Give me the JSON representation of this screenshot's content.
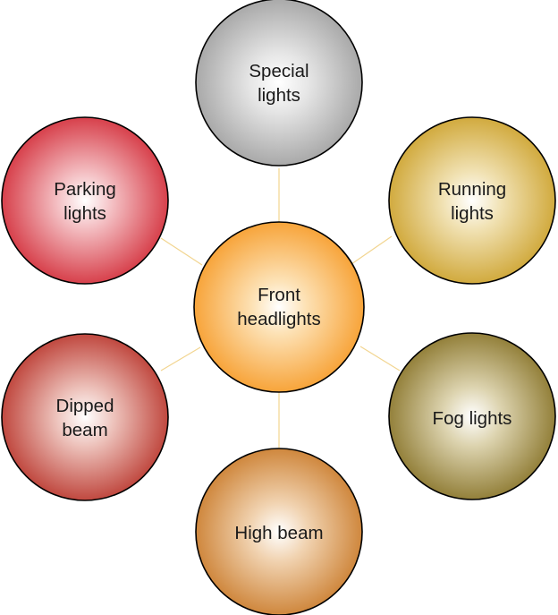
{
  "diagram": {
    "center": {
      "lines": [
        "Front",
        "headlights"
      ],
      "color": "#f7a43a"
    },
    "nodes": [
      {
        "id": "special",
        "lines": [
          "Special",
          "lights"
        ],
        "color": "#a9a9a9"
      },
      {
        "id": "running",
        "lines": [
          "Running",
          "lights"
        ],
        "color": "#d9b54a"
      },
      {
        "id": "fog",
        "lines": [
          "Fog lights"
        ],
        "color": "#9d8a3f"
      },
      {
        "id": "high-beam",
        "lines": [
          "High beam"
        ],
        "color": "#d48f45"
      },
      {
        "id": "dipped",
        "lines": [
          "Dipped",
          "beam"
        ],
        "color": "#c4504a"
      },
      {
        "id": "parking",
        "lines": [
          "Parking",
          "lights"
        ],
        "color": "#d9464f"
      }
    ]
  }
}
